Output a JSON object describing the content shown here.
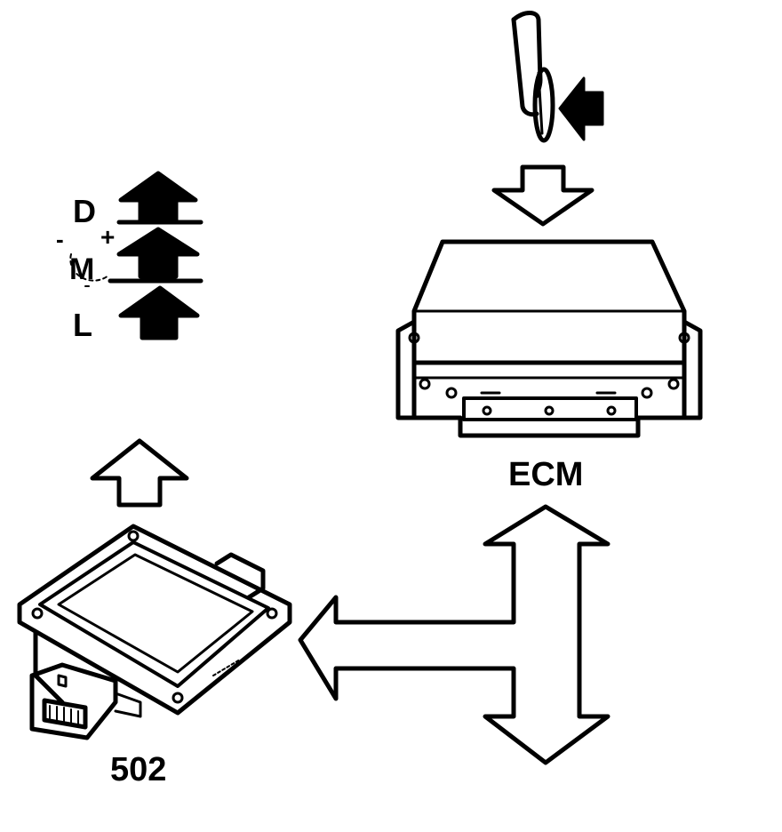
{
  "labels": {
    "ecm": "ECM",
    "module": "502",
    "gear_d": "D",
    "gear_m": "M",
    "gear_l": "L",
    "minus": "-",
    "plus": "+"
  },
  "colors": {
    "ink": "#000000",
    "paper": "#ffffff"
  }
}
